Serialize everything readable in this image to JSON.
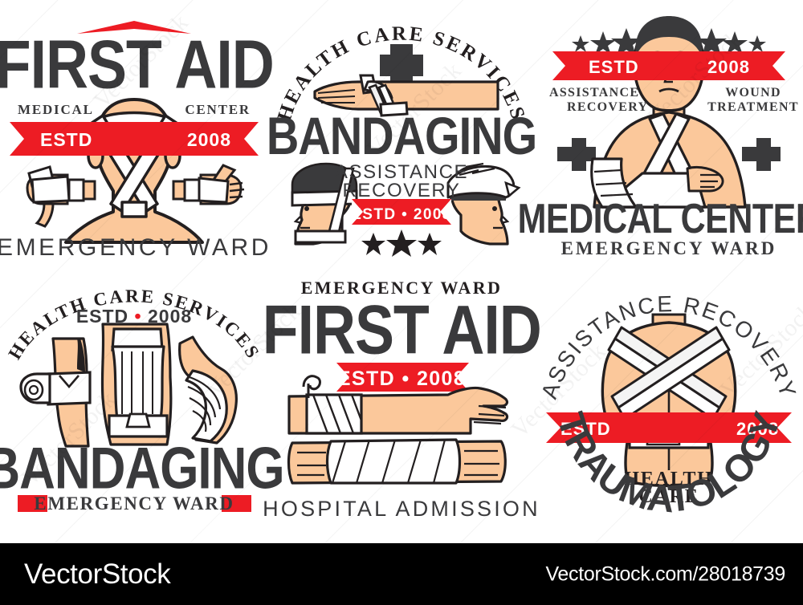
{
  "colors": {
    "red": "#ED1C24",
    "dark": "#3A3A3C",
    "ink": "#231F20",
    "skin": "#FBC89B",
    "skin_shadow": "#F0AE7E",
    "bandage": "#FFFFFF",
    "bandage_shade": "#E9E9E9",
    "hair": "#3A3A3C",
    "footer_bg": "#000000",
    "footer_text": "#FFFFFF"
  },
  "footer": {
    "brand": "VectorStock",
    "url": "VectorStock.com/28018739"
  },
  "badges": [
    {
      "id": "first-aid-medical-center",
      "title": "FIRST AID",
      "subtitle_left": "MEDICAL",
      "subtitle_right": "CENTER",
      "ribbon_left": "ESTD",
      "ribbon_right": "2008",
      "footer_text": "EMERGENCY WARD",
      "illustration": "head-and-hands-bandaged",
      "ornament": "red-chevron"
    },
    {
      "id": "bandaging-health-care-services",
      "arc_text": "HEALTH CARE SERVICES",
      "icon": "medical-cross",
      "title": "BANDAGING",
      "sub_line1": "ASSISTANCE",
      "sub_line2": "RECOVERY",
      "ribbon_text": "ESTD • 2008",
      "illustration": "bandaged-arm-and-two-heads",
      "ornament": "three-stars"
    },
    {
      "id": "medical-center-emergency-ward",
      "ribbon_left": "ESTD",
      "ribbon_right": "2008",
      "label_left_line1": "ASSISTANCE",
      "label_left_line2": "RECOVERY",
      "label_right_line1": "WOUND",
      "label_right_line2": "TREATMENT",
      "title": "MEDICAL CENTER",
      "footer_text": "EMERGENCY WARD",
      "illustration": "man-with-arm-sling",
      "ornament": "six-stars-two-crosses"
    },
    {
      "id": "bandaging-emergency-ward",
      "arc_text": "HEALTH CARE SERVICES",
      "estd_text": "ESTD • 2008",
      "title": "BANDAGING",
      "footer_text": "EMERGENCY WARD",
      "illustration": "bandaged-knee-hip-elbow",
      "ornament": "two-red-bars"
    },
    {
      "id": "first-aid-hospital-admission",
      "eyebrow": "EMERGENCY WARD",
      "title": "FIRST AID",
      "ribbon_text": "ESTD • 2008",
      "footer_text": "HOSPITAL ADMISSION",
      "illustration": "two-bandaged-forearms"
    },
    {
      "id": "traumatology-assistance-recovery",
      "arc_top": "ASSISTANCE RECOVERY",
      "arc_bottom": "TRAUMATOLOGY",
      "ribbon_left": "ESTD",
      "ribbon_right": "2008",
      "center_line1": "HEALTH",
      "center_line2": "CARE",
      "illustration": "bandaged-torso-back"
    }
  ],
  "watermarks": [
    "VectorStock",
    "VectorStock",
    "VectorStock",
    "VectorStock",
    "VectorStock",
    "VectorStock",
    "VectorStock",
    "VectorStock"
  ]
}
